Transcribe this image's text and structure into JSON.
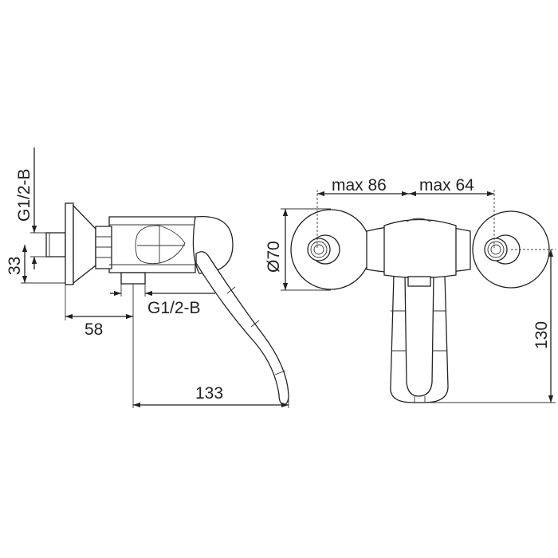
{
  "title": "Single-lever wall mixer dimension drawing",
  "side_view": {
    "dims": {
      "inlet_thread_vertical": "G1/2-B",
      "inlet_height": "33",
      "outlet_thread": "G1/2-B",
      "wall_to_outlet": "58",
      "lever_reach": "133"
    }
  },
  "front_view": {
    "dims": {
      "left_spacing": "max 86",
      "right_spacing": "max 64",
      "rosette_diameter": "Ø70",
      "lever_height": "130"
    }
  },
  "colors": {
    "line": "#222222",
    "background": "#ffffff"
  }
}
